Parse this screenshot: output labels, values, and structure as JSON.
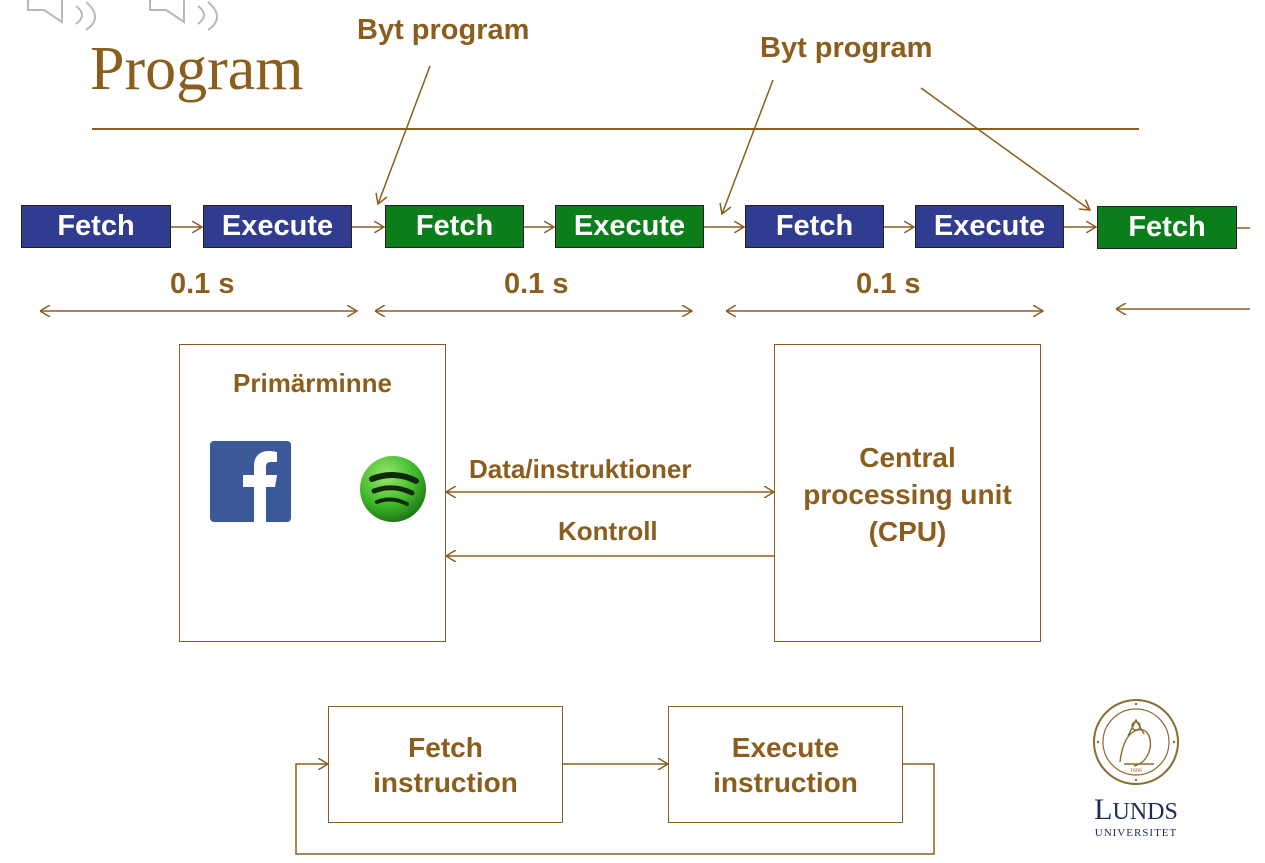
{
  "title": "Program",
  "annotations": {
    "switch_program_1": "Byt program",
    "switch_program_2": "Byt program"
  },
  "pipeline": [
    {
      "label": "Fetch",
      "color": "#2f3c8f"
    },
    {
      "label": "Execute",
      "color": "#2f3c8f"
    },
    {
      "label": "Fetch",
      "color": "#0b7d1a"
    },
    {
      "label": "Execute",
      "color": "#0b7d1a"
    },
    {
      "label": "Fetch",
      "color": "#2f3c8f"
    },
    {
      "label": "Execute",
      "color": "#2f3c8f"
    },
    {
      "label": "Fetch",
      "color": "#0b7d1a"
    }
  ],
  "durations": [
    "0.1 s",
    "0.1 s",
    "0.1 s"
  ],
  "memory": {
    "label": "Primärminne",
    "apps": [
      {
        "name": "facebook-icon",
        "glyph": "f",
        "color": "#3b5998"
      },
      {
        "name": "spotify-icon",
        "color": "#1ed760"
      }
    ]
  },
  "links": {
    "data": "Data/instruktioner",
    "control": "Kontroll"
  },
  "cpu": {
    "line1": "Central",
    "line2": "processing unit",
    "line3": "(CPU)"
  },
  "cycle": {
    "fetch_line1": "Fetch",
    "fetch_line2": "instruction",
    "execute_line1": "Execute",
    "execute_line2": "instruction"
  },
  "logo": {
    "name_first": "L",
    "name_rest": "UNDS",
    "subtitle": "UNIVERSITET",
    "seal_text": "1666"
  },
  "colors": {
    "accent": "#8b5e1e",
    "blue_step": "#2f3c8f",
    "green_step": "#0b7d1a"
  }
}
